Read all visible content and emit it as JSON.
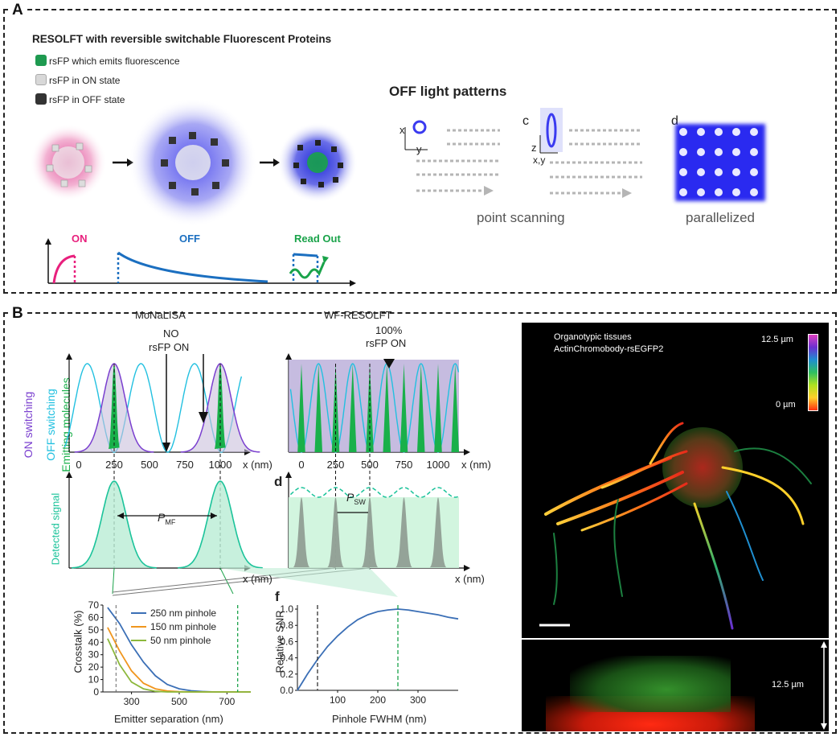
{
  "panelA": {
    "label": "A",
    "title": "RESOLFT with reversible switchable Fluorescent Proteins",
    "legend": [
      "rsFP which emits fluorescence",
      "rsFP in ON state",
      "rsFP in OFF state"
    ],
    "states": {
      "on": "ON",
      "off": "OFF",
      "readout": "Read Out"
    },
    "patterns_title": "OFF light patterns",
    "sub_c": "c",
    "sub_d": "d",
    "axis_x": "x",
    "axis_y": "y",
    "axis_z": "z",
    "axis_xy": "x,y",
    "point_scanning": "point scanning",
    "parallelized": "parallelized",
    "colors": {
      "on": "#e8207d",
      "off": "#1b6fc0",
      "readout": "#1aa34a",
      "pattern": "#2a2af0"
    }
  },
  "panelB": {
    "label": "B",
    "monalisa_title": "MoNaLISA",
    "wf_title": "WF-RESOLFT",
    "no_rsfp": [
      "NO",
      "rsFP ON"
    ],
    "pct_rsfp": [
      "100%",
      "rsFP ON"
    ],
    "ylabel_on": "ON switching",
    "ylabel_off": "OFF switching",
    "ylabel_emit": "Emitting molecules",
    "ylabel_detected": "Detected signal",
    "x_unit": "x (nm)",
    "x_only": "x",
    "nm": "(nm)",
    "sub_d": "d",
    "sub_f": "f",
    "p_mf": "P",
    "p_mf_sub": "MF",
    "p_sw": "P",
    "p_sw_sub": "SW",
    "ticks_monalisa": [
      "0",
      "250",
      "500",
      "750",
      "1000"
    ],
    "ticks_wf": [
      "0",
      "250",
      "500",
      "750",
      "1000"
    ],
    "colors": {
      "on": "#7a3fcf",
      "off": "#22c0e0",
      "emit": "#19b04a",
      "detected": "#1bc39a"
    }
  },
  "chart_data": [
    {
      "type": "line",
      "xlabel": "Emitter separation (nm)",
      "ylabel": "Crosstalk (%)",
      "xlim": [
        180,
        800
      ],
      "ylim": [
        0,
        70
      ],
      "xticks": [
        "300",
        "500",
        "700"
      ],
      "yticks": [
        "0",
        "10",
        "20",
        "30",
        "40",
        "50",
        "60",
        "70"
      ],
      "x": [
        200,
        250,
        300,
        350,
        400,
        450,
        500,
        550,
        600,
        650,
        700,
        750,
        800
      ],
      "series": [
        {
          "name": "250 nm pinhole",
          "color": "#3b6fb6",
          "values": [
            68,
            55,
            38,
            24,
            13,
            6,
            2.5,
            1,
            0.3,
            0,
            0,
            0,
            0
          ]
        },
        {
          "name": "150 nm pinhole",
          "color": "#f0961e",
          "values": [
            52,
            33,
            17,
            7,
            2.5,
            0.8,
            0.2,
            0,
            0,
            0,
            0,
            0,
            0
          ]
        },
        {
          "name": "50 nm pinhole",
          "color": "#8cb83c",
          "values": [
            43,
            22,
            8,
            2.5,
            0.5,
            0,
            0,
            0,
            0,
            0,
            0,
            0,
            0
          ]
        }
      ]
    },
    {
      "type": "line",
      "xlabel": "Pinhole FWHM (nm)",
      "ylabel": "Relative SNR",
      "xlim": [
        0,
        400
      ],
      "ylim": [
        0,
        1.05
      ],
      "xticks": [
        "100",
        "200",
        "300"
      ],
      "yticks": [
        "0.0",
        "0.2",
        "0.4",
        "0.6",
        "0.8",
        "1.0"
      ],
      "x": [
        0,
        25,
        50,
        75,
        100,
        125,
        150,
        175,
        200,
        225,
        250,
        275,
        300,
        325,
        350,
        375,
        400
      ],
      "series": [
        {
          "name": "",
          "color": "#3b6fb6",
          "values": [
            0,
            0.2,
            0.38,
            0.54,
            0.67,
            0.78,
            0.87,
            0.93,
            0.97,
            0.99,
            1.0,
            0.99,
            0.97,
            0.95,
            0.93,
            0.9,
            0.88
          ]
        }
      ],
      "marker_black_x": 50,
      "marker_green_x": 250
    }
  ],
  "micro": {
    "title1": "Organotypic tissues",
    "title2": "ActinChromobody-rsEGFP2",
    "scale_top": "12.5 µm",
    "scale_bottom": "0 µm",
    "depth": "12.5 µm"
  }
}
